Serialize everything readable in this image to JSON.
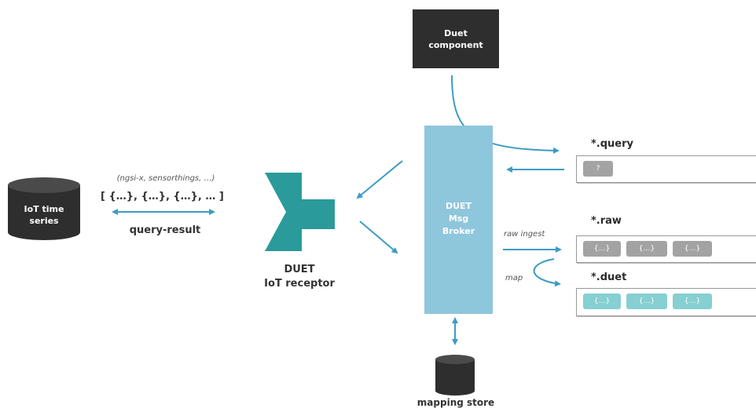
{
  "duet_component": {
    "line1": "Duet",
    "line2": "component"
  },
  "broker": {
    "line1": "DUET",
    "line2": "Msg",
    "line3": "Broker"
  },
  "receptor": {
    "line1": "DUET",
    "line2": "IoT receptor"
  },
  "timeseries": {
    "line1": "IoT time",
    "line2": "series"
  },
  "protocols_text": "(ngsi-x, sensorthings, …)",
  "bracket_text": "[ {…}, {…}, {…}, … ]",
  "query_result_label": "query-result",
  "topics": {
    "query": {
      "label": "*.query",
      "chips": [
        "?"
      ]
    },
    "raw": {
      "label": "*.raw",
      "chips": [
        "{…}",
        "{…}",
        "{…}"
      ]
    },
    "duet": {
      "label": "*.duet",
      "chips": [
        "{…}",
        "{…}",
        "{…}"
      ]
    }
  },
  "raw_ingest_label": "raw ingest",
  "map_label": "map",
  "mapping_store_label": "mapping store",
  "colors": {
    "arrow": "#3c9cc4",
    "dark": "#2e2e2e",
    "teal_receptor": "#2b9a9a",
    "broker": "#8ec6dc",
    "chip_gray": "#a3a3a3",
    "chip_teal": "#86cfd2"
  }
}
